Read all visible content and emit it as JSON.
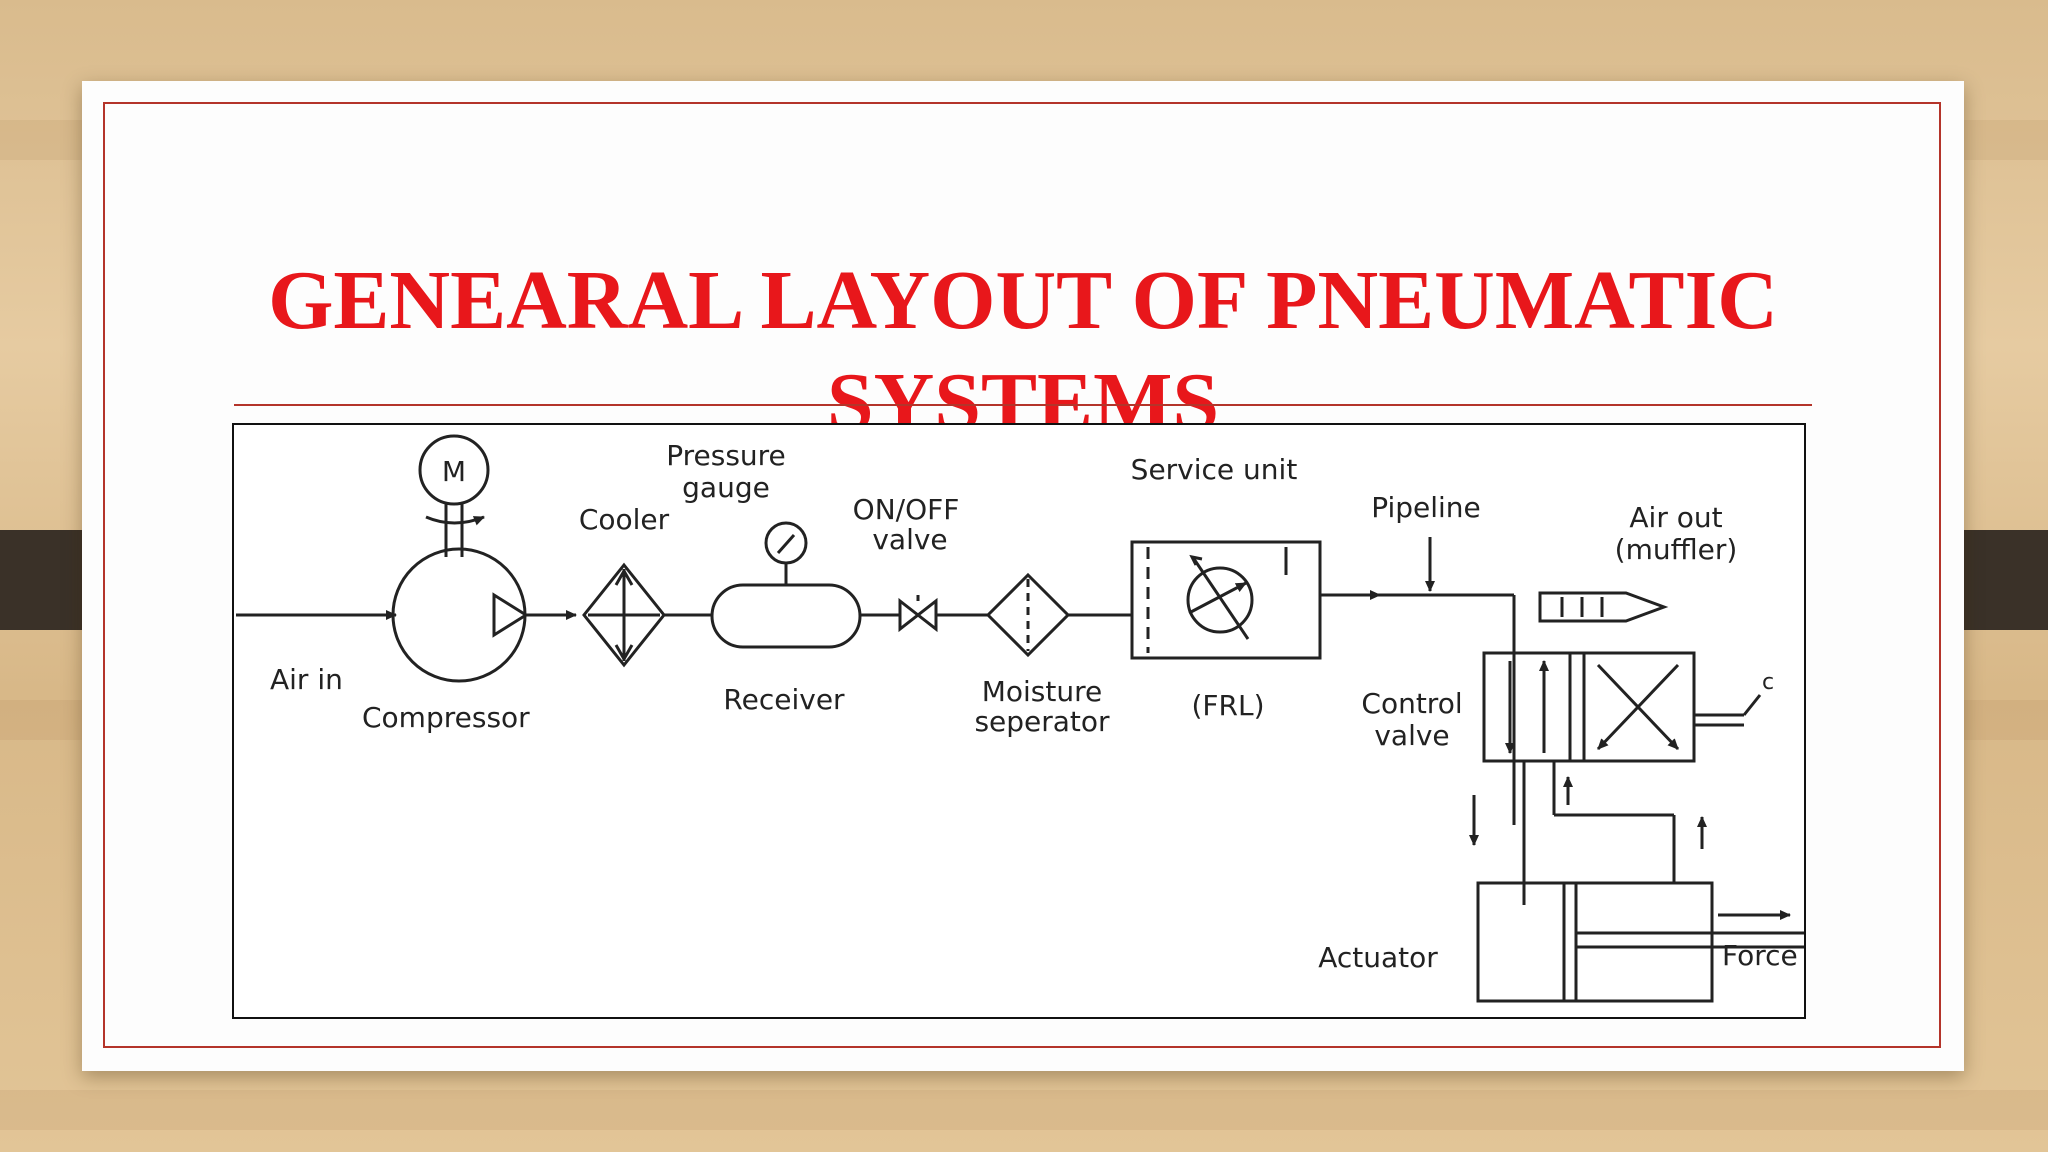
{
  "slide": {
    "title_line1": "GENEARAL LAYOUT OF PNEUMATIC",
    "title_line2": "SYSTEMS",
    "accent_color": "#e8171b",
    "border_color": "#b4342a"
  },
  "diagram": {
    "labels": {
      "motor": "M",
      "pressure_gauge_1": "Pressure",
      "pressure_gauge_2": "gauge",
      "service_unit": "Service unit",
      "cooler": "Cooler",
      "on_off_1": "ON/OFF",
      "on_off_2": "valve",
      "pipeline": "Pipeline",
      "air_out_1": "Air out",
      "air_out_2": "(muffler)",
      "air_in": "Air in",
      "compressor": "Compressor",
      "receiver": "Receiver",
      "moisture_1": "Moisture",
      "moisture_2": "seperator",
      "frl": "(FRL)",
      "control_1": "Control",
      "control_2": "valve",
      "actuator": "Actuator",
      "force": "Force",
      "c_mark": "c"
    }
  }
}
